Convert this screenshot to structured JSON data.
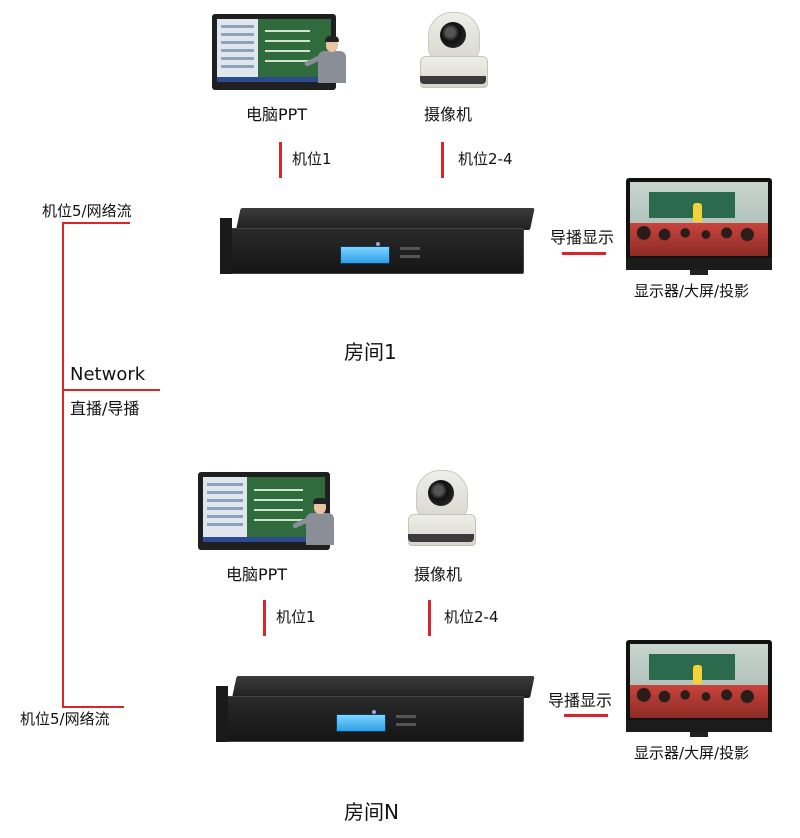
{
  "colors": {
    "connector": "#d9262c",
    "lcd": "#2d9fe8"
  },
  "network": {
    "label": "Network",
    "sublabel": "直播/导播"
  },
  "rooms": [
    {
      "title": "房间1",
      "pc_label": "电脑PPT",
      "camera_label": "摄像机",
      "pos1_label": "机位1",
      "pos24_label": "机位2-4",
      "pos5_label": "机位5/网络流",
      "director_label": "导播显示",
      "display_label": "显示器/大屏/投影"
    },
    {
      "title": "房间N",
      "pc_label": "电脑PPT",
      "camera_label": "摄像机",
      "pos1_label": "机位1",
      "pos24_label": "机位2-4",
      "pos5_label": "机位5/网络流",
      "director_label": "导播显示",
      "display_label": "显示器/大屏/投影"
    }
  ]
}
